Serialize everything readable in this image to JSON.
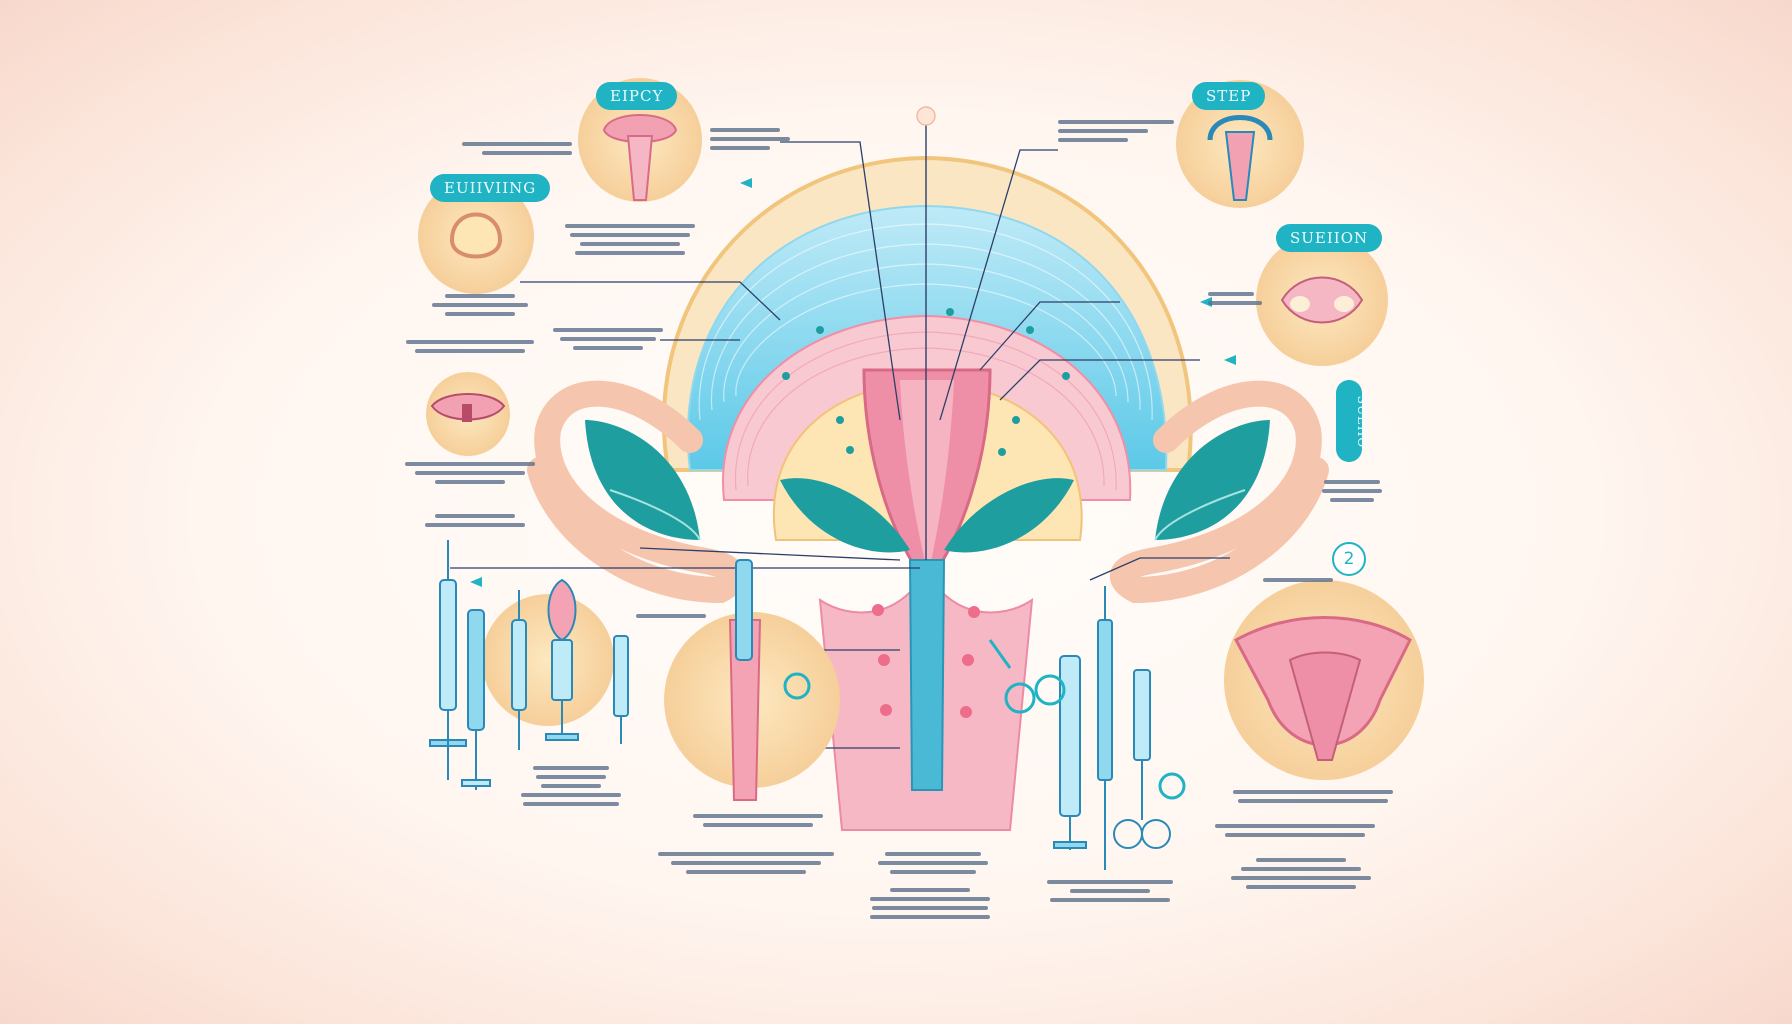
{
  "labels": {
    "top_left_step": "EIPCY",
    "left_step": "EUIIVIING",
    "top_right_step": "STEP",
    "right_step": "SUEIION",
    "vertical_tag": "SUEIIO",
    "step_number": "2"
  },
  "colors": {
    "teal": "#1fb3c4",
    "sky_blue": "#7fd3ea",
    "pink": "#f3a6b6",
    "rose": "#e9839a",
    "peach": "#f7d9a6",
    "cream": "#fff6ea",
    "leaf": "#1f9ea0",
    "ink": "#2b3f6b"
  },
  "icons": [
    "syringe-icon",
    "scalpel-icon",
    "scissors-icon",
    "leaf-icon",
    "uterus-icon"
  ]
}
